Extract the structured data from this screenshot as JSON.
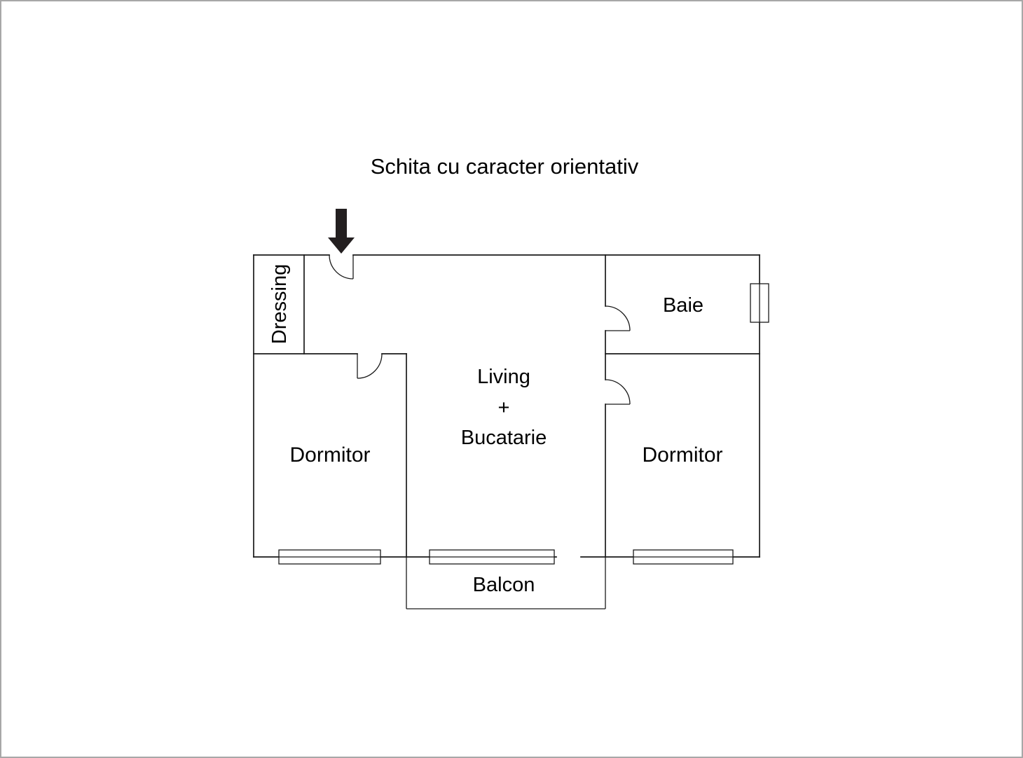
{
  "title": "Schita cu caracter orientativ",
  "rooms": {
    "dressing": {
      "label": "Dressing"
    },
    "baie": {
      "label": "Baie"
    },
    "living": {
      "line1": "Living",
      "line2": "+",
      "line3": "Bucatarie"
    },
    "dormitor_left": {
      "label": "Dormitor"
    },
    "dormitor_right": {
      "label": "Dormitor"
    },
    "balcon": {
      "label": "Balcon"
    }
  },
  "icons": {
    "entrance_arrow": "down-arrow"
  },
  "colors": {
    "wall": "#1a1a1a",
    "arrow": "#231f20",
    "background": "#ffffff",
    "page_border": "#a8a8a8"
  }
}
